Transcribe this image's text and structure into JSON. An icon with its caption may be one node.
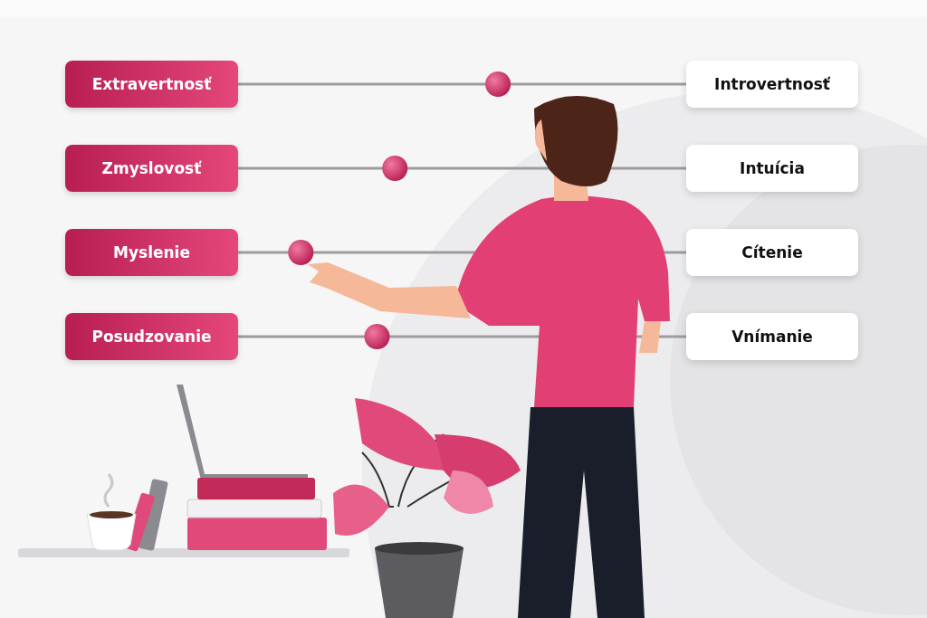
{
  "diagram": {
    "nodes": [
      {
        "text": [
          "Extravertnosť"
        ]
      },
      {
        "text": [
          "Introvertnosť"
        ]
      },
      {
        "text": [
          "Zmyslovosť"
        ]
      },
      {
        "text": [
          "Intuícia"
        ]
      },
      {
        "text": [
          "Myslenie"
        ]
      },
      {
        "text": [
          "Cítenie"
        ]
      },
      {
        "text": [
          "Posudzovanie"
        ]
      },
      {
        "text": [
          "Vnímanie"
        ]
      }
    ],
    "edges": [
      {
        "from": 0,
        "to": 1,
        "arrow": "none"
      },
      {
        "from": 2,
        "to": 3,
        "arrow": "none"
      },
      {
        "from": 4,
        "to": 5,
        "arrow": "none"
      },
      {
        "from": 6,
        "to": 7,
        "arrow": "none"
      }
    ]
  }
}
